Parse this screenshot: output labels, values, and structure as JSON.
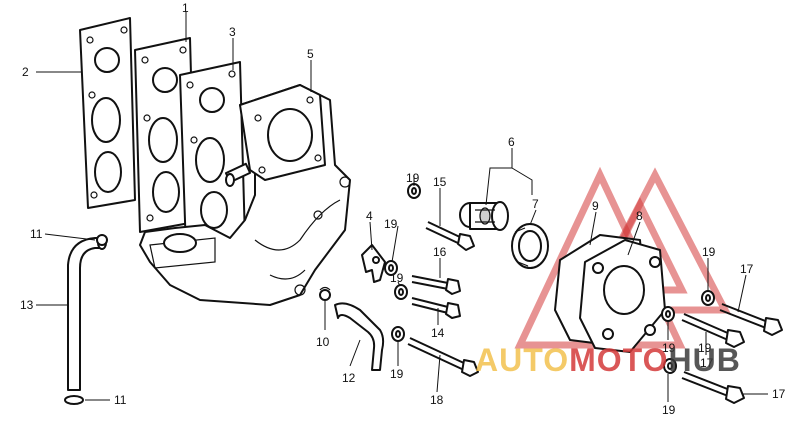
{
  "diagram": {
    "part_numbers": [
      "1",
      "2",
      "3",
      "4",
      "5",
      "6",
      "7",
      "8",
      "9",
      "10",
      "11",
      "11",
      "12",
      "13",
      "14",
      "15",
      "16",
      "17",
      "17",
      "17",
      "18",
      "19",
      "19",
      "19",
      "19",
      "19",
      "19",
      "19",
      "19"
    ]
  },
  "watermark": {
    "brand_part1": "AUTO",
    "brand_part2": "MOTO",
    "brand_part3": "HUB",
    "color_primary": "#d43a3a",
    "color_secondary": "#f2c14e",
    "color_dark": "#3a3a3a"
  }
}
